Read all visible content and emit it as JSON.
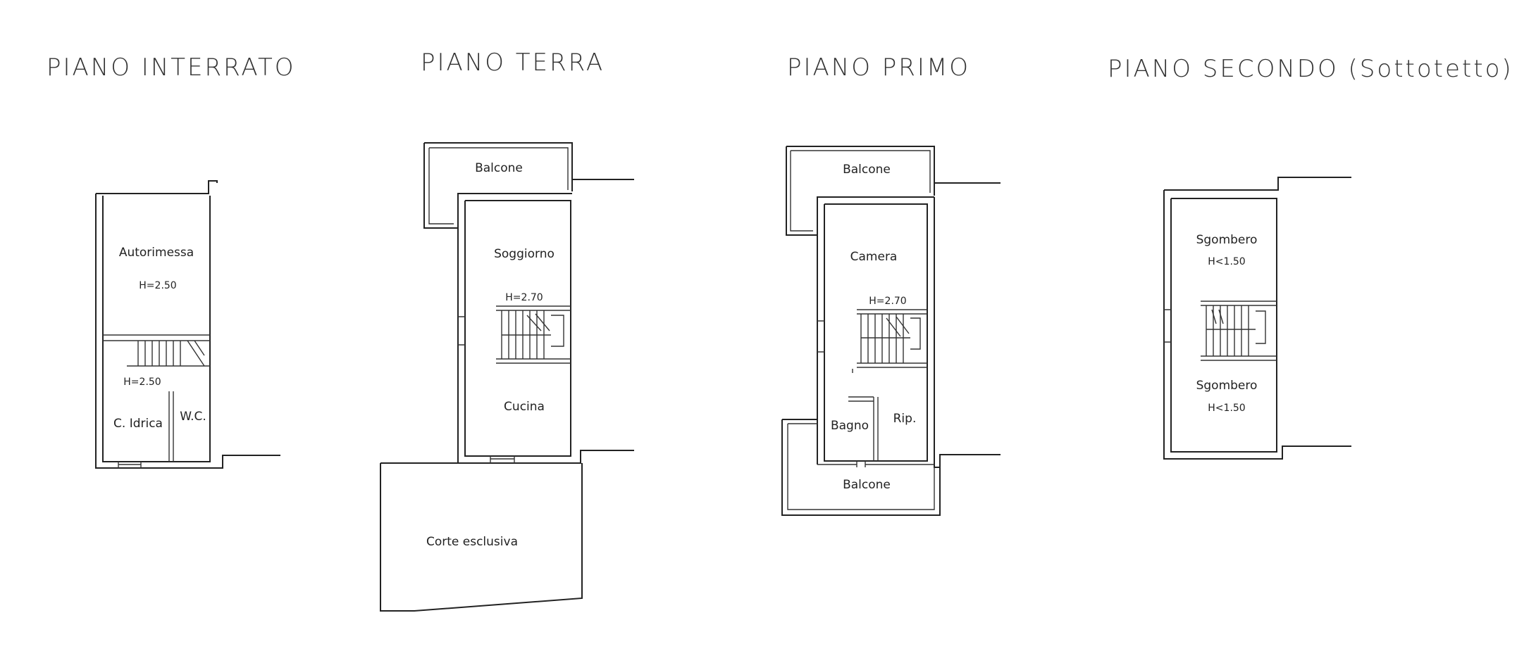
{
  "floors": [
    {
      "title": "PIANO  INTERRATO",
      "rooms": [
        "Autorimessa",
        "C. Idrica",
        "W.C."
      ],
      "heights": [
        "H=2.50",
        "H=2.50"
      ]
    },
    {
      "title": "PIANO   TERRA",
      "rooms": [
        "Balcone",
        "Soggiorno",
        "Cucina",
        "Corte esclusiva"
      ],
      "heights": [
        "H=2.70"
      ]
    },
    {
      "title": "PIANO   PRIMO",
      "rooms": [
        "Balcone",
        "Camera",
        "Bagno",
        "Rip.",
        "Balcone"
      ],
      "heights": [
        "H=2.70"
      ]
    },
    {
      "title": "PIANO   SECONDO (Sottotetto)",
      "rooms": [
        "Sgombero",
        "Sgombero"
      ],
      "heights": [
        "H<1.50",
        "H<1.50"
      ]
    }
  ]
}
